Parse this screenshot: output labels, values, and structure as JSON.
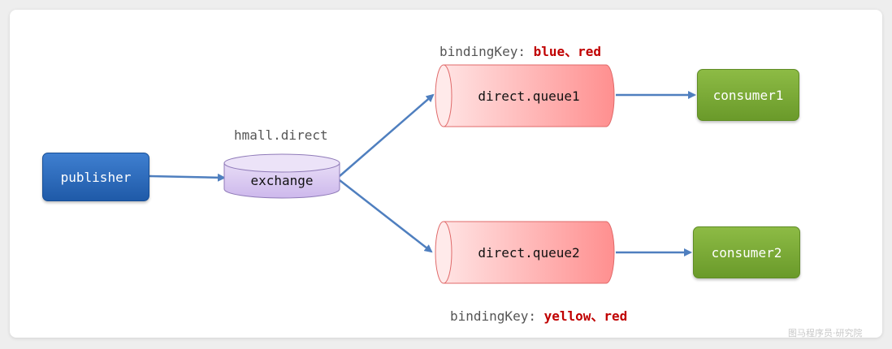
{
  "labels": {
    "exchange_name": "hmall.direct",
    "queue1_binding_prefix": "bindingKey: ",
    "queue1_binding_keys": "blue、red",
    "queue2_binding_prefix": "bindingKey: ",
    "queue2_binding_keys": "yellow、red"
  },
  "nodes": {
    "publisher": "publisher",
    "exchange": "exchange",
    "queue1": "direct.queue1",
    "queue2": "direct.queue2",
    "consumer1": "consumer1",
    "consumer2": "consumer2"
  },
  "watermark": "图马程序员·研究院",
  "colors": {
    "arrow": "#4f7fbf",
    "highlight": "#c00000",
    "queue_fill": "#ff9e9e",
    "exchange_fill": "#d9c9f0"
  }
}
